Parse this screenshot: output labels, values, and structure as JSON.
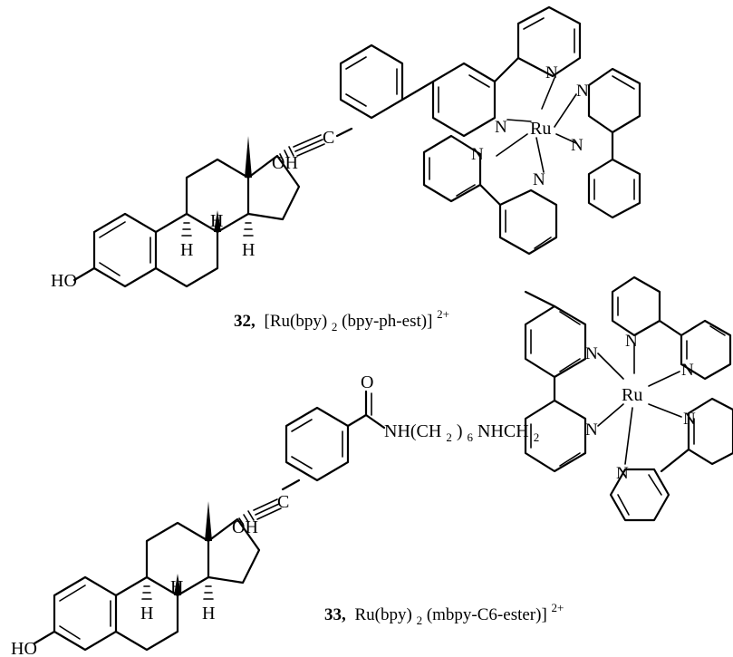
{
  "compound_32": {
    "number": "32,",
    "formula": {
      "open": "[Ru(bpy)",
      "sub1": "2",
      "mid": "(bpy-ph-est)]",
      "charge": "2+"
    },
    "labels": {
      "metal": "Ru",
      "nitrogen": "N",
      "hydroxyl_left": "HO",
      "hydroxyl_17": "OH",
      "alkyne_c": "C",
      "hydrogen": "H"
    }
  },
  "compound_33": {
    "number": "33,",
    "formula": {
      "open": "Ru(bpy)",
      "sub1": "2",
      "mid": "(mbpy-C6-ester)]",
      "charge": "2+"
    },
    "linker": {
      "a": "NH(CH",
      "sub": "2",
      "b": ")",
      "sub2": "6",
      "c": "NHCH",
      "sub3": "2"
    },
    "labels": {
      "metal": "Ru",
      "nitrogen": "N",
      "hydroxyl_left": "HO",
      "hydroxyl_17": "OH",
      "alkyne_c": "C",
      "hydrogen": "H",
      "carbonyl_o": "O"
    }
  }
}
